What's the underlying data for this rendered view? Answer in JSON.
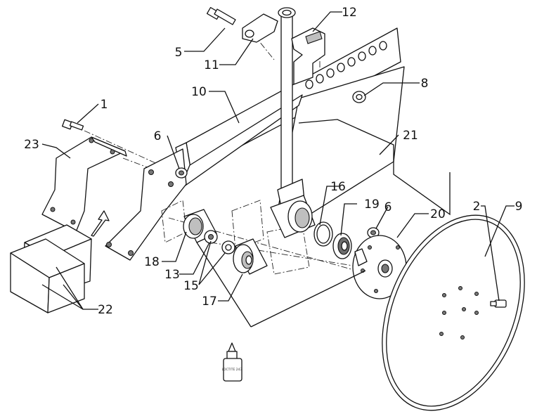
{
  "callouts": {
    "c1": "1",
    "c2": "2",
    "c5": "5",
    "c6a": "6",
    "c6b": "6",
    "c8": "8",
    "c9": "9",
    "c10": "10",
    "c11": "11",
    "c12": "12",
    "c13": "13",
    "c15": "15",
    "c16": "16",
    "c17": "17",
    "c18": "18",
    "c19": "19",
    "c20": "20",
    "c21": "21",
    "c22": "22",
    "c23": "23"
  },
  "bottle_label": "LOCTITE 243"
}
